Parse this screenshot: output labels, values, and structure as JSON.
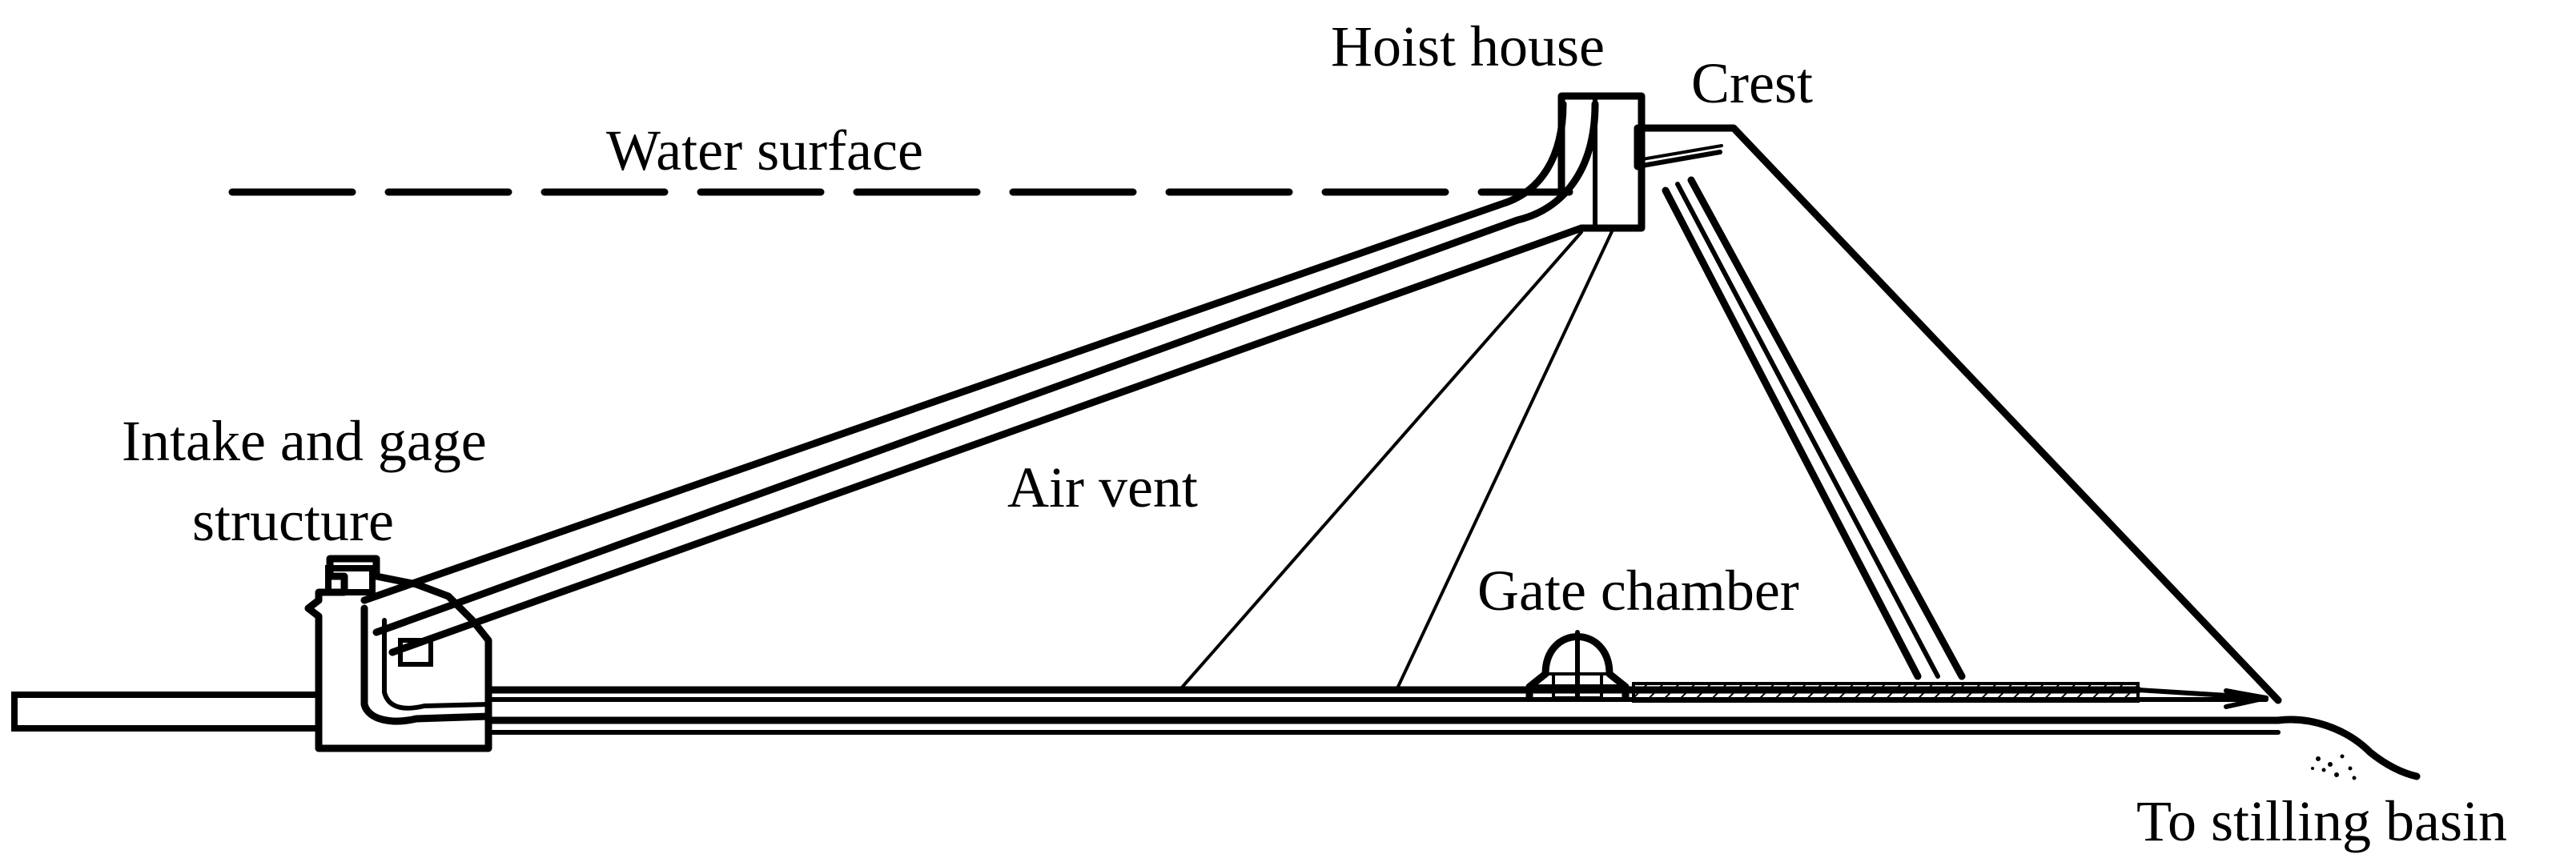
{
  "figure": {
    "labels": {
      "hoist_house": "Hoist house",
      "crest": "Crest",
      "water_surface": "Water surface",
      "intake_line1": "Intake and gage",
      "intake_line2": "structure",
      "air_vent": "Air vent",
      "gate_chamber": "Gate chamber",
      "stilling_basin": "To stilling basin"
    }
  }
}
